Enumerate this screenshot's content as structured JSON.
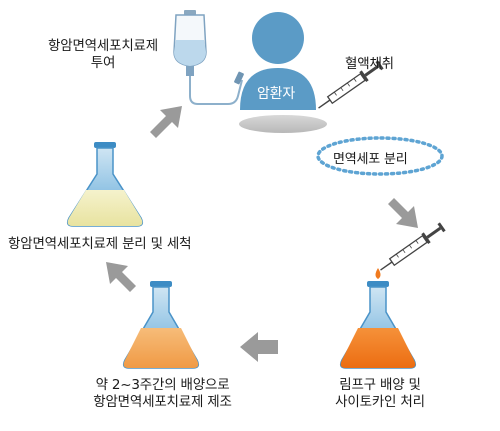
{
  "steps": {
    "administer": {
      "line1": "항암면역세포치료제",
      "line2": "투여"
    },
    "patient": {
      "label": "암환자"
    },
    "blood_draw": {
      "label": "혈액채취"
    },
    "separation": {
      "label": "면역세포 분리"
    },
    "culture": {
      "line1": "림프구 배양 및",
      "line2": "사이토카인 처리"
    },
    "manufacture": {
      "line1": "약 2~3주간의 배양으로",
      "line2": "항암면역세포치료제 제조"
    },
    "wash": {
      "label": "항암면역세포치료제 분리 및 세척"
    }
  },
  "colors": {
    "patient_blue": "#5b9bc6",
    "arrow_gray": "#9a9a9a",
    "flask_blue": "#6aaed6",
    "liquid_yellow": "#eeeab4",
    "liquid_orange_light": "#f2a65a",
    "liquid_orange_dark": "#f07a1e",
    "oval_border": "#5ea4d3"
  }
}
